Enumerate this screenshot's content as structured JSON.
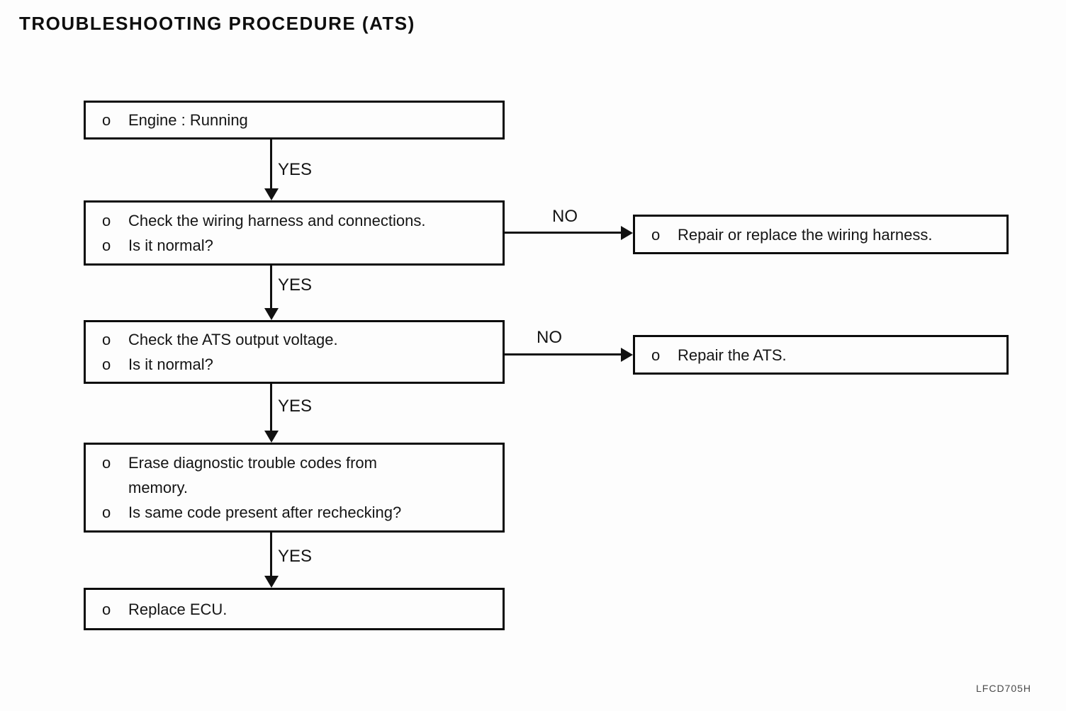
{
  "page": {
    "title": "TROUBLESHOOTING PROCEDURE (ATS)",
    "figure_code": "LFCD705H",
    "colors": {
      "background": "#fdfdfd",
      "ink": "#151515",
      "box_border": "#0c0c0c",
      "figure_code_color": "#4a4a4a"
    }
  },
  "labels": {
    "yes": "YES",
    "no": "NO"
  },
  "boxes": {
    "engine_running": {
      "lines": [
        {
          "bullet": "o",
          "text": "Engine : Running"
        }
      ]
    },
    "check_wiring": {
      "lines": [
        {
          "bullet": "o",
          "text": "Check the wiring harness and connections."
        },
        {
          "bullet": "o",
          "text": "Is it normal?"
        }
      ]
    },
    "check_ats_voltage": {
      "lines": [
        {
          "bullet": "o",
          "text": "Check the ATS output voltage."
        },
        {
          "bullet": "o",
          "text": "Is it normal?"
        }
      ]
    },
    "erase_codes": {
      "lines": [
        {
          "bullet": "o",
          "text": "Erase diagnostic trouble codes from"
        },
        {
          "bullet": "",
          "text": "memory."
        },
        {
          "bullet": "o",
          "text": "Is same code present after rechecking?"
        }
      ]
    },
    "replace_ecu": {
      "lines": [
        {
          "bullet": "o",
          "text": "Replace ECU."
        }
      ]
    },
    "repair_wiring": {
      "lines": [
        {
          "bullet": "o",
          "text": "Repair or replace the wiring harness."
        }
      ]
    },
    "repair_ats": {
      "lines": [
        {
          "bullet": "o",
          "text": "Repair the ATS."
        }
      ]
    }
  }
}
